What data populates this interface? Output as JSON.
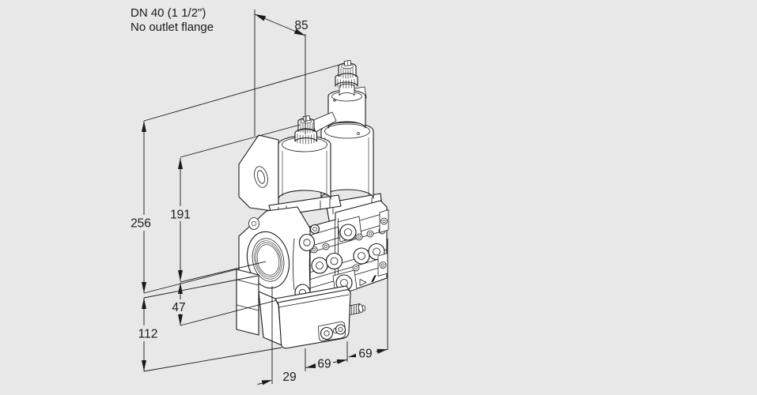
{
  "colors": {
    "background": "#e8e8e8",
    "line": "#1a1a1a",
    "surface": "#ffffff"
  },
  "product_label": {
    "line1": "DN 40 (1 1/2\")",
    "line2": "No outlet flange"
  },
  "dimensions": {
    "depth": "85",
    "total_height": "256",
    "upper_height": "191",
    "port_offset": "47",
    "lower_height": "112",
    "bottom_offset": "29",
    "width_valve1": "69",
    "width_valve2": "69"
  },
  "illustration": "double-solenoid-valve-isometric-line-drawing"
}
